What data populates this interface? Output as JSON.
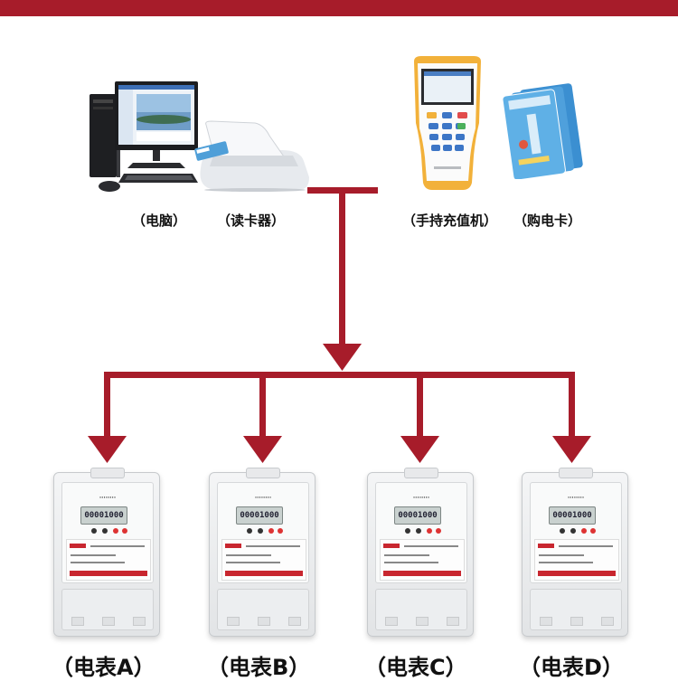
{
  "colors": {
    "accent": "#a71c2a"
  },
  "devices": {
    "computer_label": "（电脑）",
    "card_reader_label": "（读卡器）",
    "handheld_label": "（手持充值机）",
    "card_label": "（购电卡）"
  },
  "meters": [
    {
      "label": "（电表A）",
      "display": "00001000"
    },
    {
      "label": "（电表B）",
      "display": "00001000"
    },
    {
      "label": "（电表C）",
      "display": "00001000"
    },
    {
      "label": "（电表D）",
      "display": "00001000"
    }
  ]
}
